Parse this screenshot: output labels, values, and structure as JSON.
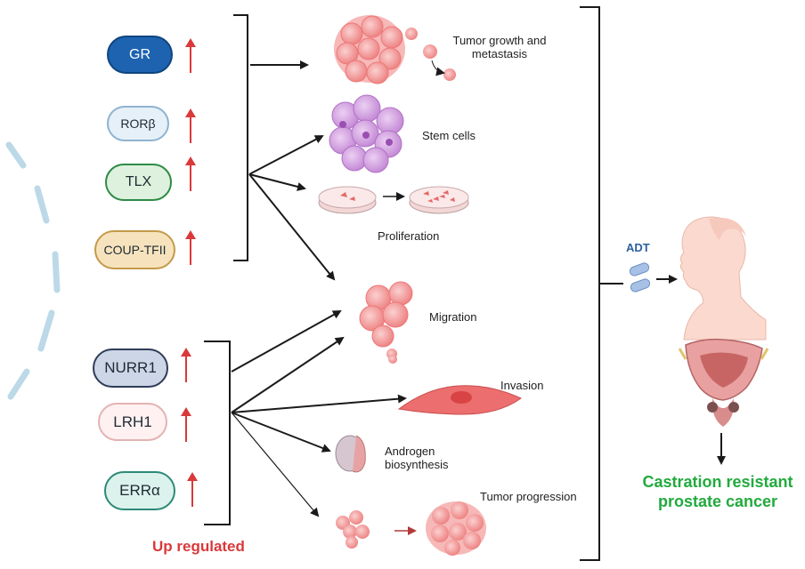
{
  "receptors_top": [
    {
      "name": "GR",
      "fill": "#1d63b0",
      "border": "#10457f",
      "text_color": "#ffffff"
    },
    {
      "name": "RORβ",
      "fill": "#e6f0f8",
      "border": "#8fb3d1",
      "text_color": "#1f2a33"
    },
    {
      "name": "TLX",
      "fill": "#ddf1de",
      "border": "#2f8a46",
      "text_color": "#1f2a33"
    },
    {
      "name": "COUP-TFII",
      "fill": "#f6e3bd",
      "border": "#c49a49",
      "text_color": "#1f2a33"
    }
  ],
  "receptors_bottom": [
    {
      "name": "NURR1",
      "fill": "#cdd6e6",
      "border": "#2e3c58",
      "text_color": "#1f2a33"
    },
    {
      "name": "LRH1",
      "fill": "#fff1f1",
      "border": "#e4b3b3",
      "text_color": "#1f2a33"
    },
    {
      "name": "ERRα",
      "fill": "#dcf2ec",
      "border": "#2c8a76",
      "text_color": "#1f2a33"
    }
  ],
  "outcomes": {
    "tumor_growth": "Tumor growth and metastasis",
    "stem_cells": "Stem cells",
    "proliferation": "Proliferation",
    "migration": "Migration",
    "invasion": "Invasion",
    "androgen": "Androgen biosynthesis",
    "tumor_progression": "Tumor progression"
  },
  "legend": {
    "up_regulated": "Up regulated"
  },
  "treatment": {
    "adt": "ADT"
  },
  "result": {
    "crpc": "Castration resistant prostate cancer"
  },
  "colors": {
    "up_arrow": "#d9393a",
    "line": "#1a1a1a",
    "pink_cell": "#f08c8c",
    "purple_cell": "#c98fd8"
  }
}
